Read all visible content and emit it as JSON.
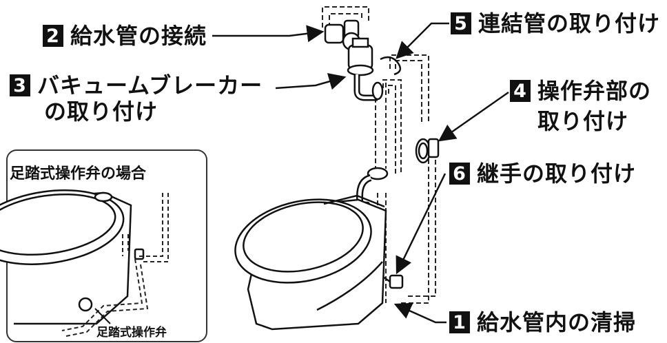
{
  "steps": [
    {
      "num": "2",
      "text": "給水管の接続"
    },
    {
      "num": "5",
      "text": "連結管の取り付け"
    },
    {
      "num": "3",
      "text": "バキュームブレーカー",
      "line2": "の取り付け"
    },
    {
      "num": "4",
      "text": "操作弁部の",
      "line2": "取り付け"
    },
    {
      "num": "6",
      "text": "継手の取り付け"
    },
    {
      "num": "1",
      "text": "給水管内の清掃"
    }
  ],
  "inset": {
    "title": "足踏式操作弁の場合",
    "pedal_label": "足踏式操作弁"
  }
}
